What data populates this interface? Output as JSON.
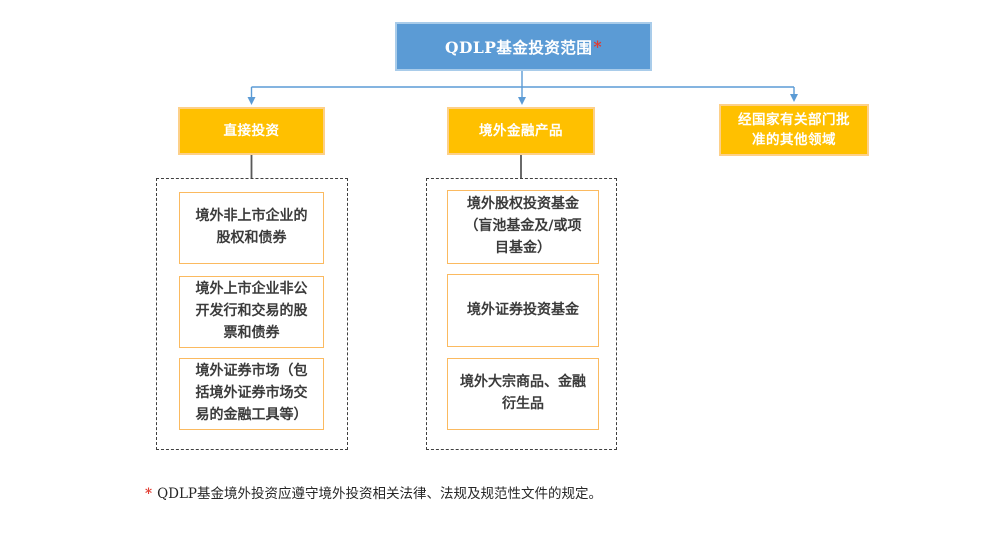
{
  "diagram": {
    "root": {
      "label": "QDLP基金投资范围",
      "asterisk": "*"
    },
    "branches": [
      {
        "label": "直接投资"
      },
      {
        "label": "境外金融产品"
      },
      {
        "label": "经国家有关部门批\n准的其他领域"
      }
    ],
    "columns": [
      {
        "items": [
          {
            "text": "境外非上市企业的\n股权和债券"
          },
          {
            "text": "境外上市企业非公\n开发行和交易的股\n票和债券"
          },
          {
            "text": "境外证券市场（包\n括境外证券市场交\n易的金融工具等）"
          }
        ]
      },
      {
        "items": [
          {
            "text": "境外股权投资基金\n（盲池基金及/或项\n目基金）"
          },
          {
            "text": "境外证券投资基金"
          },
          {
            "text": "境外大宗商品、金融\n衍生品"
          }
        ]
      }
    ],
    "footnote": {
      "asterisk": "*",
      "text": "QDLP基金境外投资应遵守境外投资相关法律、法规及规范性文件的规定。"
    },
    "colors": {
      "root_fill": "#5B9BD5",
      "root_border": "#A9CCEA",
      "branch_fill": "#FFC000",
      "branch_border": "#FDD089",
      "item_border": "#FBBA60",
      "connector_blue": "#5B9BD5",
      "connector_gray": "#595959",
      "dashed_border": "#3F3F3F",
      "asterisk_red": "#E0392E",
      "text_dark": "#3B3B3B"
    }
  }
}
